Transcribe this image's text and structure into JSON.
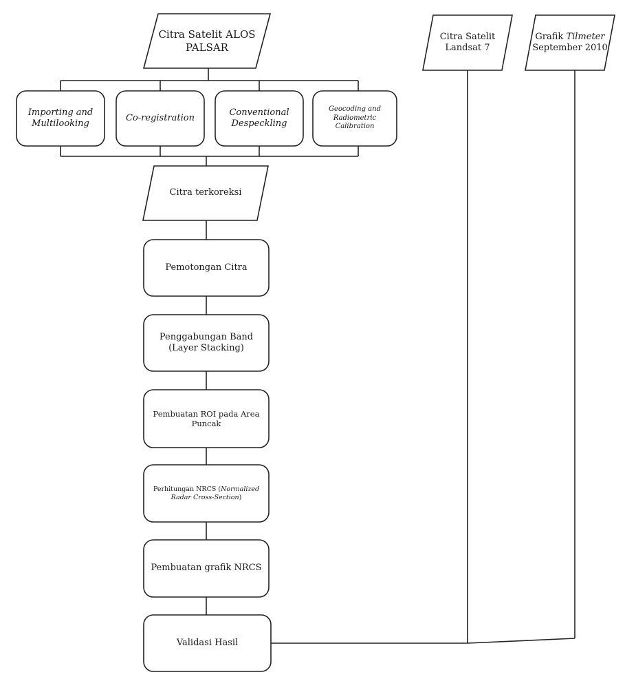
{
  "diagram": {
    "inputs": {
      "alos": "Citra Satelit ALOS\nPALSAR",
      "landsat": "Citra Satelit\nLandsat 7",
      "tilmeter": {
        "prefix": "Grafik ",
        "italic": "Tilmeter",
        "suffix": "\nSeptember 2010"
      }
    },
    "preprocessing": [
      "Importing and\nMultilooking",
      "Co-registration",
      "Conventional\nDespeckling",
      "Geocoding and\nRadiometric\nCalibration"
    ],
    "corrected_image": "Citra terkoreksi",
    "steps": {
      "crop": "Pemotongan Citra",
      "stack": "Penggabungan Band\n(Layer Stacking)",
      "roi": "Pembuatan ROI pada Area\nPuncak",
      "nrcs": {
        "prefix": "Perhitungan NRCS (",
        "italic": "Normalized\nRadar Cross-Section",
        "suffix": ")"
      },
      "graph": "Pembuatan grafik NRCS",
      "validation": "Validasi Hasil"
    }
  }
}
